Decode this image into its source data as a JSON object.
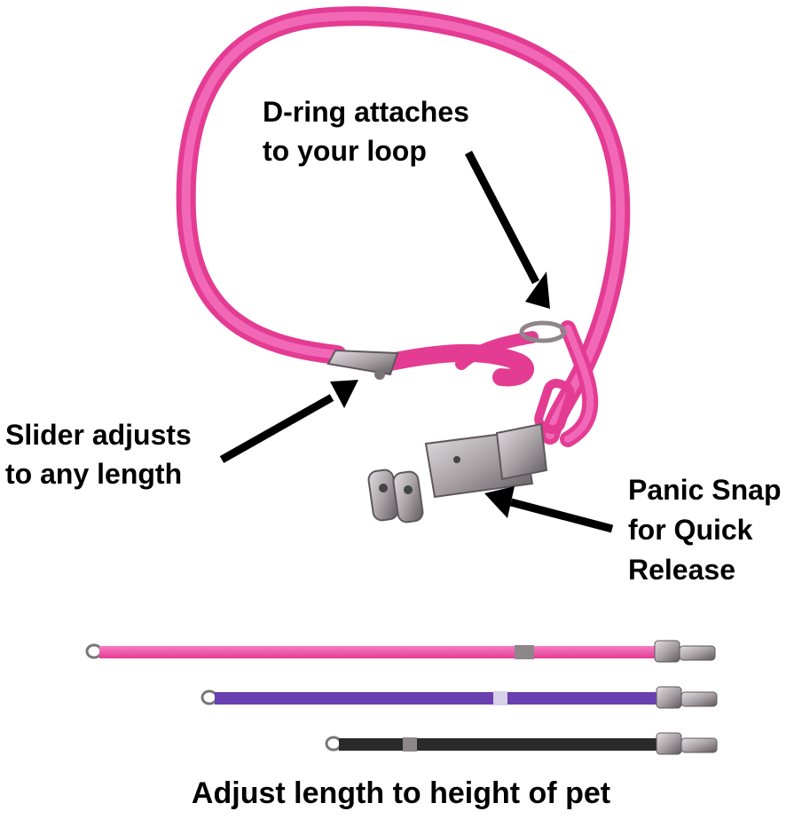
{
  "labels": {
    "dring_line1": "D-ring attaches",
    "dring_line2": "to your loop",
    "slider_line1": "Slider adjusts",
    "slider_line2": "to any length",
    "panic_line1": "Panic Snap",
    "panic_line2": "for Quick",
    "panic_line3": "Release"
  },
  "caption": "Adjust length to height of pet",
  "colors": {
    "pink": "#f04fa6",
    "pink_light": "#f77ec4",
    "purple": "#6a3fb0",
    "black": "#2a2a2a",
    "metal": "#a9a3a6",
    "metal_dark": "#5e585c"
  }
}
